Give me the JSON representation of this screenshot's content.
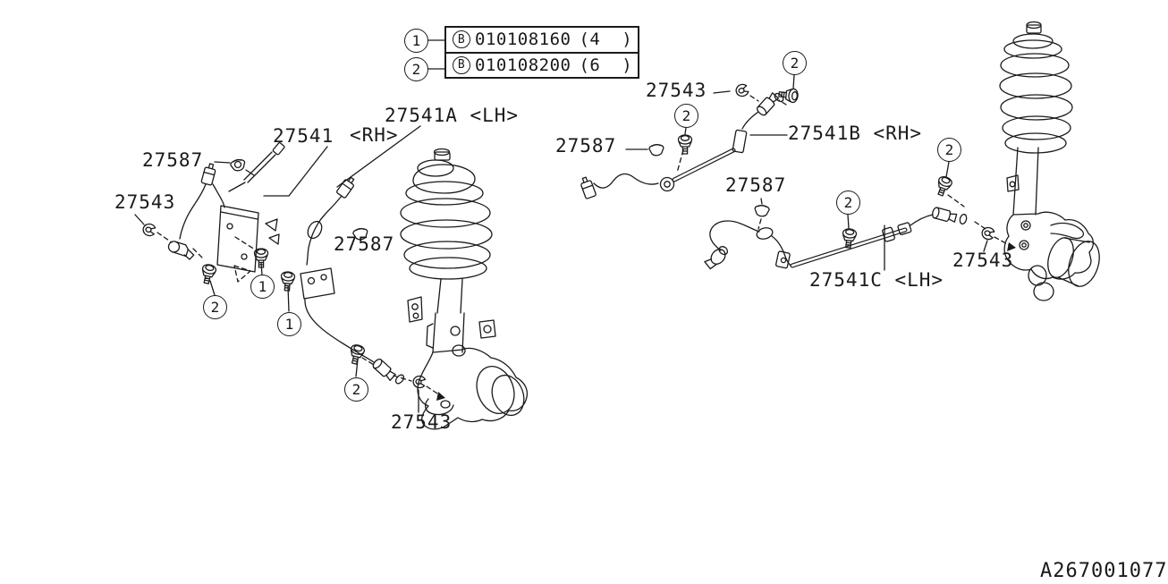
{
  "colors": {
    "line": "#1a1a1a",
    "background": "#ffffff",
    "text": "#1a1a1a"
  },
  "legend": {
    "rows": [
      {
        "callout": "1",
        "prefix": "B",
        "part_number": "010108160",
        "quantity": "(4  )"
      },
      {
        "callout": "2",
        "prefix": "B",
        "part_number": "010108200",
        "quantity": "(6  )"
      }
    ]
  },
  "labels": [
    {
      "text": "27587"
    },
    {
      "text": "27541"
    },
    {
      "text": "<RH>"
    },
    {
      "text": "27541A <LH>"
    },
    {
      "text": "27543"
    },
    {
      "text": "27587"
    },
    {
      "text": "27543"
    },
    {
      "text": "27543"
    },
    {
      "text": "27587"
    },
    {
      "text": "27541B <RH>"
    },
    {
      "text": "27587"
    },
    {
      "text": "27541C <LH>"
    },
    {
      "text": "27543"
    }
  ],
  "callouts": [
    {
      "n": "1"
    },
    {
      "n": "2"
    },
    {
      "n": "2"
    },
    {
      "n": "1"
    },
    {
      "n": "1"
    },
    {
      "n": "2"
    },
    {
      "n": "2"
    },
    {
      "n": "2"
    },
    {
      "n": "2"
    },
    {
      "n": "2"
    }
  ],
  "doc_number": "A267001077"
}
